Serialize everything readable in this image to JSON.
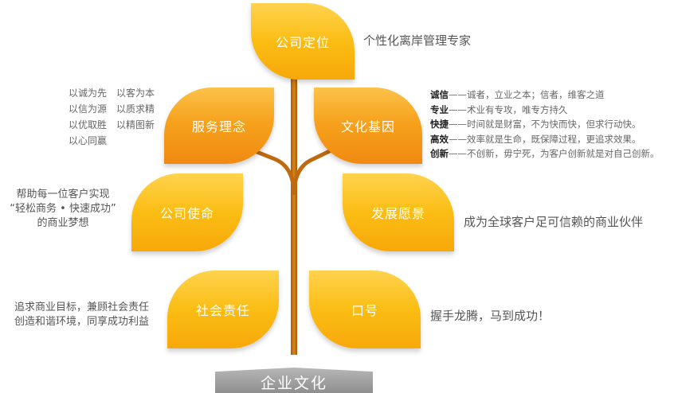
{
  "colors": {
    "trunk": "#c46f10",
    "leaf_orange": "#f6a21d",
    "leaf_yellow": "#fbbd14",
    "base": "#a5a5a5"
  },
  "leaves": {
    "positioning": "公司定位",
    "service": "服务理念",
    "culture_gene": "文化基因",
    "mission": "公司使命",
    "vision": "发展愿景",
    "responsibility": "社会责任",
    "slogan": "口号"
  },
  "base_label": "企业文化",
  "positioning_text": "个性化离岸管理专家",
  "service_items": [
    "以诚为先",
    "以客为本",
    "以信为源",
    "以质求精",
    "以优取胜",
    "以精图新",
    "以心同赢"
  ],
  "culture_items": [
    {
      "key": "诚信",
      "text": "——诚者，立业之本；信者，维客之道"
    },
    {
      "key": "专业",
      "text": "——术业有专攻，唯专方持久"
    },
    {
      "key": "快捷",
      "text": "——时间就是财富，不为快而快，但求行动快。"
    },
    {
      "key": "高效",
      "text": "——效率就是生命，既保障过程，更追求效果。"
    },
    {
      "key": "创新",
      "text": "——不创新，毋宁死，为客户创新就是对自己创新。"
    }
  ],
  "mission_lines": [
    "帮助每一位客户实现",
    "“轻松商务 • 快速成功”",
    "的商业梦想"
  ],
  "vision_text": "成为全球客户足可信赖的商业伙伴",
  "responsibility_lines": [
    "追求商业目标，兼顾社会责任",
    "创造和谐环境，同享成功利益"
  ],
  "slogan_text": "握手龙腾，马到成功！"
}
